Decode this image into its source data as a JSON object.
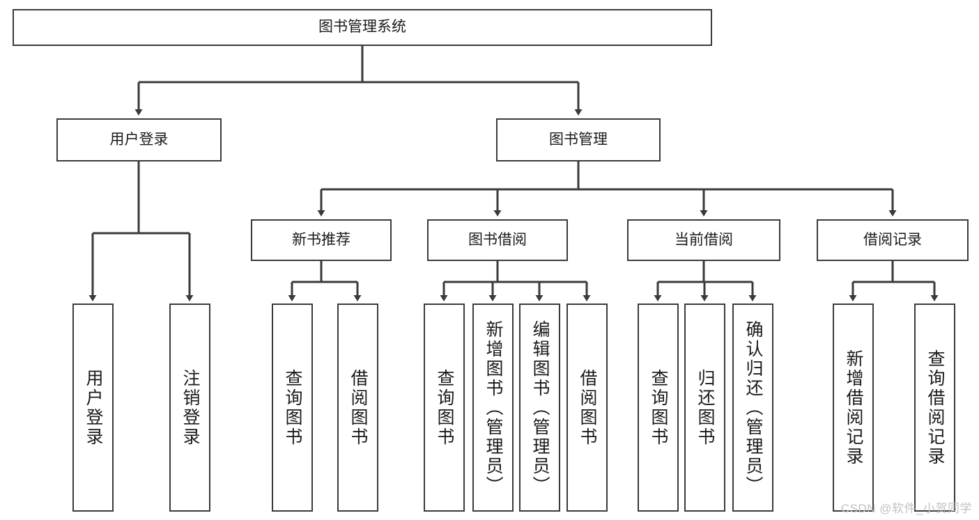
{
  "diagram": {
    "title": "图书管理系统",
    "type": "hierarchy-tree",
    "nodes": {
      "root": {
        "label": "图书管理系统"
      },
      "level2": [
        {
          "id": "user-login",
          "label": "用户登录"
        },
        {
          "id": "book-management",
          "label": "图书管理"
        }
      ],
      "level3": [
        {
          "id": "new-book-recommend",
          "label": "新书推荐"
        },
        {
          "id": "book-borrow",
          "label": "图书借阅"
        },
        {
          "id": "current-borrow",
          "label": "当前借阅"
        },
        {
          "id": "borrow-record",
          "label": "借阅记录"
        }
      ],
      "leaves": {
        "user_login": [
          {
            "id": "leaf-user-login",
            "label": "用户登录"
          },
          {
            "id": "leaf-logout-login",
            "label": "注销登录"
          }
        ],
        "new_book_recommend": [
          {
            "id": "leaf-query-book-1",
            "label": "查询图书"
          },
          {
            "id": "leaf-borrow-book-1",
            "label": "借阅图书"
          }
        ],
        "book_borrow": [
          {
            "id": "leaf-query-book-2",
            "label": "查询图书"
          },
          {
            "id": "leaf-add-book",
            "label": "新增图书（管理员）"
          },
          {
            "id": "leaf-edit-book",
            "label": "编辑图书（管理员）"
          },
          {
            "id": "leaf-borrow-book-2",
            "label": "借阅图书"
          }
        ],
        "current_borrow": [
          {
            "id": "leaf-query-book-3",
            "label": "查询图书"
          },
          {
            "id": "leaf-return-book",
            "label": "归还图书"
          },
          {
            "id": "leaf-confirm-return",
            "label": "确认归还（管理员）"
          }
        ],
        "borrow_record": [
          {
            "id": "leaf-add-record",
            "label": "新增借阅记录"
          },
          {
            "id": "leaf-query-record",
            "label": "查询借阅记录"
          }
        ]
      }
    },
    "colors": {
      "stroke": "#3a3a3a",
      "fill": "#ffffff",
      "text": "#1a1a1a",
      "watermark": "#c2c2c2"
    }
  },
  "watermark": {
    "text": "CSDN @软件_小贺同学"
  }
}
